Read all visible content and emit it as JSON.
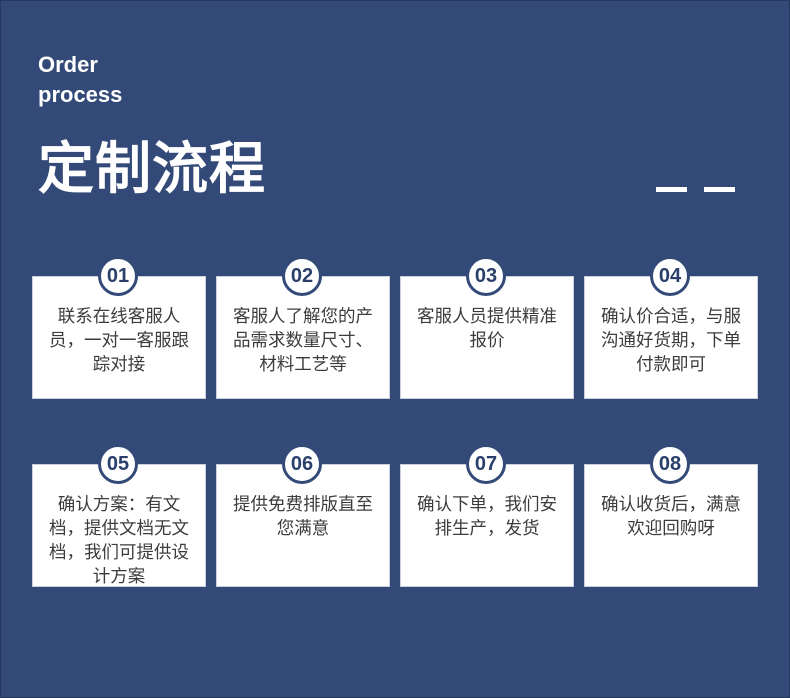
{
  "header": {
    "en_line1": "Order",
    "en_line2": "process",
    "cn_title": "定制流程"
  },
  "colors": {
    "background": "#334a79",
    "card": "#ffffff",
    "badge_border": "#334a79",
    "text": "#3c3c3c"
  },
  "steps": [
    {
      "number": "01",
      "text": "联系在线客服人员，一对一客服跟踪对接"
    },
    {
      "number": "02",
      "text": "客服人了解您的产品需求数量尺寸、材料工艺等"
    },
    {
      "number": "03",
      "text": "客服人员提供精准报价"
    },
    {
      "number": "04",
      "text": "确认价合适，与服沟通好货期，下单付款即可"
    },
    {
      "number": "05",
      "text": "确认方案：有文档，提供文档无文档，我们可提供设计方案"
    },
    {
      "number": "06",
      "text": "提供免费排版直至您满意"
    },
    {
      "number": "07",
      "text": "确认下单，我们安排生产，发货"
    },
    {
      "number": "08",
      "text": "确认收货后，满意欢迎回购呀"
    }
  ]
}
